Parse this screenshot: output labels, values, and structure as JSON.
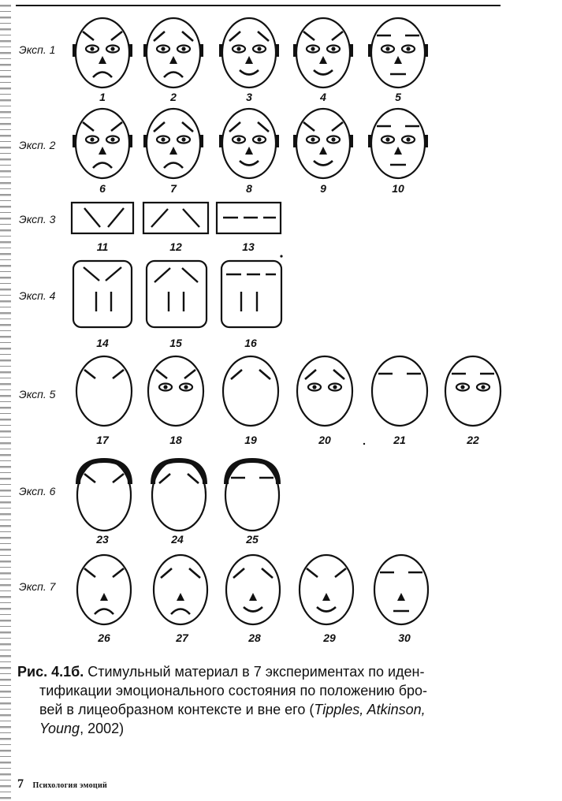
{
  "experiments": [
    {
      "label": "Эксп. 1",
      "numbers": [
        "1",
        "2",
        "3",
        "4",
        "5"
      ]
    },
    {
      "label": "Эксп. 2",
      "numbers": [
        "6",
        "7",
        "8",
        "9",
        "10"
      ]
    },
    {
      "label": "Эксп. 3",
      "numbers": [
        "11",
        "12",
        "13"
      ]
    },
    {
      "label": "Эксп. 4",
      "numbers": [
        "14",
        "15",
        "16"
      ]
    },
    {
      "label": "Эксп. 5",
      "numbers": [
        "17",
        "18",
        "19",
        "20",
        "21",
        "22"
      ]
    },
    {
      "label": "Эксп. 6",
      "numbers": [
        "23",
        "24",
        "25"
      ]
    },
    {
      "label": "Эксп. 7",
      "numbers": [
        "26",
        "27",
        "28",
        "29",
        "30"
      ]
    }
  ],
  "caption": {
    "fig_label": "Рис. 4.1б.",
    "line1": "Стимульный материал в 7 экспериментах по иден-",
    "line2": "тификации эмоционального состояния по положению бро-",
    "line3": "вей в лицеобразном контексте и вне его (",
    "authors": "Tipples, Atkinson,",
    "line4_author": "Young",
    "line4_rest": ", 2002)"
  },
  "footer": {
    "page_number": "7",
    "running_title": "Психология эмоций"
  }
}
